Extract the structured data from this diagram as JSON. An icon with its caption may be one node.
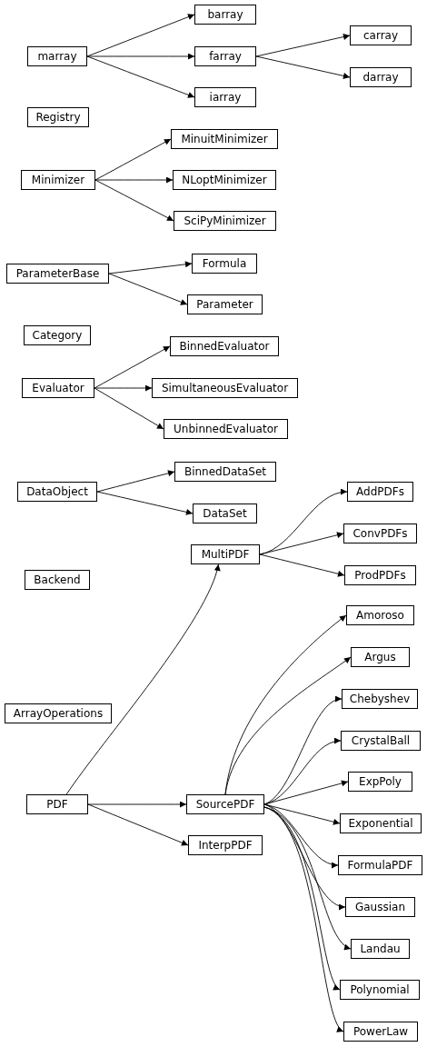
{
  "diagram": {
    "nodes": [
      {
        "text": [
          "marray"
        ]
      },
      {
        "text": [
          "barray"
        ]
      },
      {
        "text": [
          "farray"
        ]
      },
      {
        "text": [
          "iarray"
        ]
      },
      {
        "text": [
          "carray"
        ]
      },
      {
        "text": [
          "darray"
        ]
      },
      {
        "text": [
          "Registry"
        ]
      },
      {
        "text": [
          "Minimizer"
        ]
      },
      {
        "text": [
          "MinuitMinimizer"
        ]
      },
      {
        "text": [
          "NLoptMinimizer"
        ]
      },
      {
        "text": [
          "SciPyMinimizer"
        ]
      },
      {
        "text": [
          "ParameterBase"
        ]
      },
      {
        "text": [
          "Formula"
        ]
      },
      {
        "text": [
          "Parameter"
        ]
      },
      {
        "text": [
          "Category"
        ]
      },
      {
        "text": [
          "Evaluator"
        ]
      },
      {
        "text": [
          "BinnedEvaluator"
        ]
      },
      {
        "text": [
          "SimultaneousEvaluator"
        ]
      },
      {
        "text": [
          "UnbinnedEvaluator"
        ]
      },
      {
        "text": [
          "DataObject"
        ]
      },
      {
        "text": [
          "BinnedDataSet"
        ]
      },
      {
        "text": [
          "DataSet"
        ]
      },
      {
        "text": [
          "MultiPDF"
        ]
      },
      {
        "text": [
          "AddPDFs"
        ]
      },
      {
        "text": [
          "ConvPDFs"
        ]
      },
      {
        "text": [
          "ProdPDFs"
        ]
      },
      {
        "text": [
          "Backend"
        ]
      },
      {
        "text": [
          "Amoroso"
        ]
      },
      {
        "text": [
          "Argus"
        ]
      },
      {
        "text": [
          "Chebyshev"
        ]
      },
      {
        "text": [
          "ArrayOperations"
        ]
      },
      {
        "text": [
          "CrystalBall"
        ]
      },
      {
        "text": [
          "ExpPoly"
        ]
      },
      {
        "text": [
          "PDF"
        ]
      },
      {
        "text": [
          "SourcePDF"
        ]
      },
      {
        "text": [
          "Exponential"
        ]
      },
      {
        "text": [
          "InterpPDF"
        ]
      },
      {
        "text": [
          "FormulaPDF"
        ]
      },
      {
        "text": [
          "Gaussian"
        ]
      },
      {
        "text": [
          "Landau"
        ]
      },
      {
        "text": [
          "Polynomial"
        ]
      },
      {
        "text": [
          "PowerLaw"
        ]
      }
    ],
    "edges": [
      {
        "from": 0,
        "to": 1,
        "arrow": "to"
      },
      {
        "from": 0,
        "to": 2,
        "arrow": "to"
      },
      {
        "from": 0,
        "to": 3,
        "arrow": "to"
      },
      {
        "from": 2,
        "to": 4,
        "arrow": "to"
      },
      {
        "from": 2,
        "to": 5,
        "arrow": "to"
      },
      {
        "from": 7,
        "to": 8,
        "arrow": "to"
      },
      {
        "from": 7,
        "to": 9,
        "arrow": "to"
      },
      {
        "from": 7,
        "to": 10,
        "arrow": "to"
      },
      {
        "from": 11,
        "to": 12,
        "arrow": "to"
      },
      {
        "from": 11,
        "to": 13,
        "arrow": "to"
      },
      {
        "from": 15,
        "to": 16,
        "arrow": "to"
      },
      {
        "from": 15,
        "to": 17,
        "arrow": "to"
      },
      {
        "from": 15,
        "to": 18,
        "arrow": "to"
      },
      {
        "from": 19,
        "to": 20,
        "arrow": "to"
      },
      {
        "from": 19,
        "to": 21,
        "arrow": "to"
      },
      {
        "from": 22,
        "to": 23,
        "arrow": "to"
      },
      {
        "from": 22,
        "to": 24,
        "arrow": "to"
      },
      {
        "from": 22,
        "to": 25,
        "arrow": "to"
      },
      {
        "from": 33,
        "to": 22,
        "arrow": "to"
      },
      {
        "from": 33,
        "to": 34,
        "arrow": "to"
      },
      {
        "from": 33,
        "to": 36,
        "arrow": "to"
      },
      {
        "from": 34,
        "to": 27,
        "arrow": "to"
      },
      {
        "from": 34,
        "to": 28,
        "arrow": "to"
      },
      {
        "from": 34,
        "to": 29,
        "arrow": "to"
      },
      {
        "from": 34,
        "to": 31,
        "arrow": "to"
      },
      {
        "from": 34,
        "to": 32,
        "arrow": "to"
      },
      {
        "from": 34,
        "to": 35,
        "arrow": "to"
      },
      {
        "from": 34,
        "to": 37,
        "arrow": "to"
      },
      {
        "from": 34,
        "to": 38,
        "arrow": "to"
      },
      {
        "from": 34,
        "to": 39,
        "arrow": "to"
      },
      {
        "from": 34,
        "to": 40,
        "arrow": "to"
      },
      {
        "from": 34,
        "to": 41,
        "arrow": "to"
      }
    ]
  }
}
